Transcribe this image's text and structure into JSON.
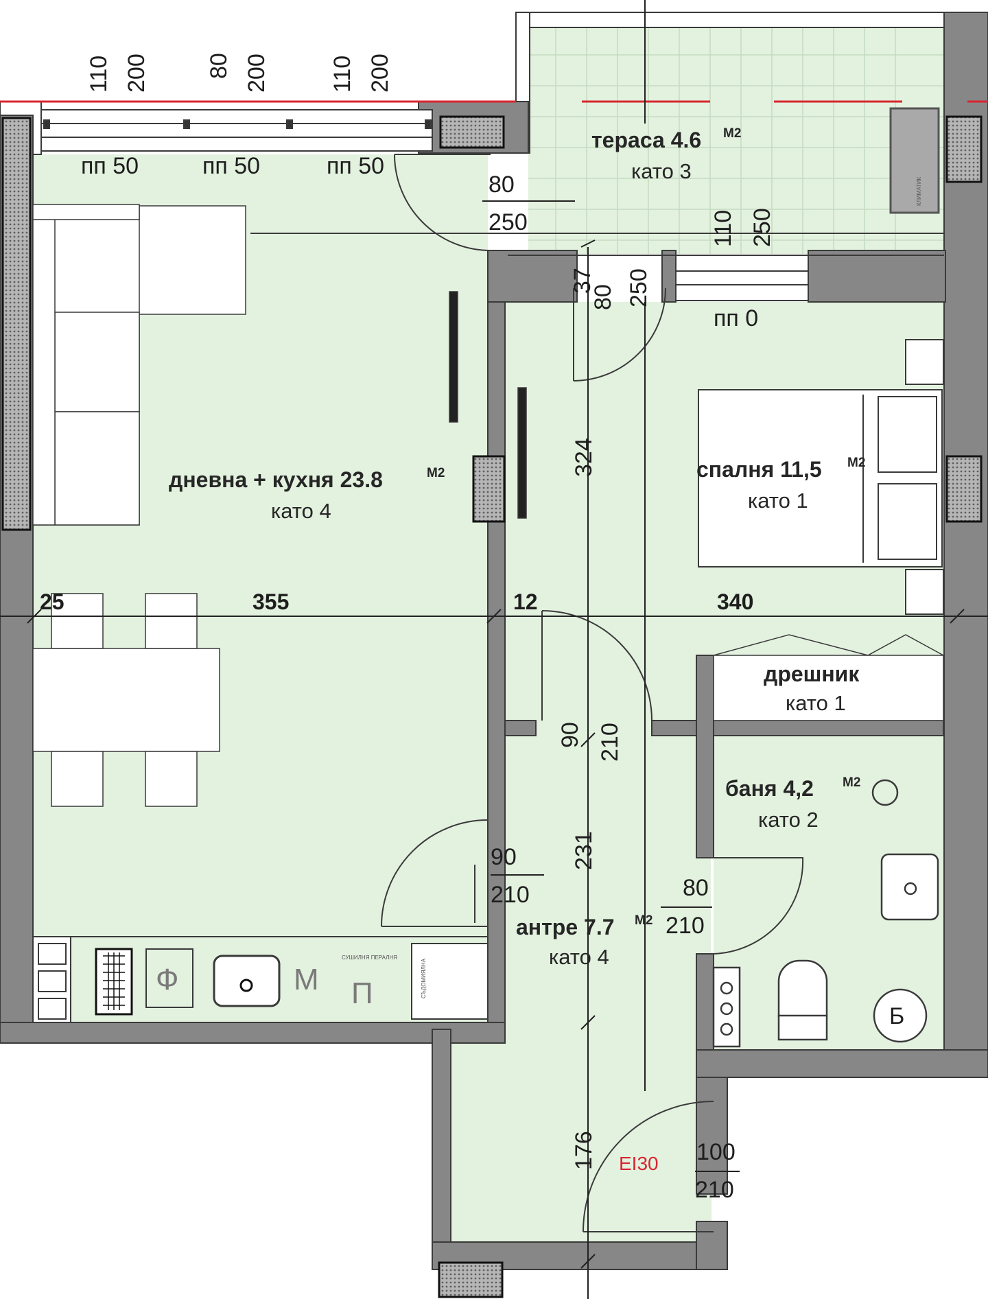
{
  "colors": {
    "floor": "#e3f1df",
    "wall": "#878787",
    "wall_edge": "#3a3a3a",
    "column_hatch": "#9e9e9e",
    "furniture": "#ffffff",
    "red_mark": "#d8262f"
  },
  "rooms": {
    "terrace": {
      "name": "тераса 4.6",
      "area_unit": "M2",
      "finish": "като 3"
    },
    "living": {
      "name": "дневна + кухня 23.8",
      "area_unit": "M2",
      "finish": "като 4"
    },
    "bedroom": {
      "name": "спалня 11,5",
      "area_unit": "M2",
      "finish": "като 1"
    },
    "closet": {
      "name": "дрешник",
      "finish": "като 1"
    },
    "bathroom": {
      "name": "баня 4,2",
      "area_unit": "M2",
      "finish": "като 2"
    },
    "hall": {
      "name": "антре 7.7",
      "area_unit": "M2",
      "finish": "като 4"
    }
  },
  "windows": [
    {
      "width": "110",
      "height": "200",
      "sill": "пп 50"
    },
    {
      "width": "80",
      "height": "200",
      "sill": "пп 50"
    },
    {
      "width": "110",
      "height": "200",
      "sill": "пп 50"
    }
  ],
  "doors": {
    "terrace_door": {
      "width": "80",
      "height": "250"
    },
    "bedroom_window": {
      "width": "110",
      "height": "250",
      "sill": "пп 0"
    },
    "bedroom_door": {
      "width": "90",
      "height": "210"
    },
    "living_door": {
      "width": "90",
      "height": "210"
    },
    "bath_door": {
      "width": "80",
      "height": "210"
    },
    "entry_door": {
      "width": "100",
      "height": "210",
      "fire_rating": "EI30"
    }
  },
  "dimensions": {
    "corridor_stack": [
      "37",
      "80",
      "250"
    ],
    "hall_length_upper": "324",
    "hall_length_lower": "231",
    "hall_length_entry": "176",
    "horizontal": [
      "25",
      "355",
      "12",
      "340"
    ]
  },
  "kitchen": {
    "fridge_label": "Ф",
    "microwave_label": "М",
    "washer_label": "П",
    "dryer_label": "СУШИЛНЯ ПЕРАЛНЯ",
    "dishwasher_label": "СЪДОМИЯЛНА"
  },
  "bathroom_boiler_label": "Б",
  "ac_unit_label": "КЛИМАТИК"
}
